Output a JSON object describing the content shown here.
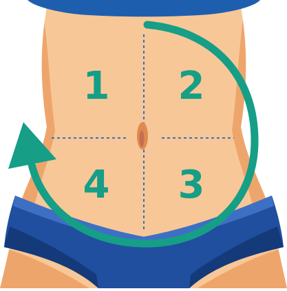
{
  "quadrants": [
    {
      "label": "1"
    },
    {
      "label": "2"
    },
    {
      "label": "3"
    },
    {
      "label": "4"
    }
  ],
  "colors": {
    "skin": "#f7c797",
    "skin_shadow": "#eea56c",
    "skin_dark": "#e08a52",
    "underwear": "#1f4f9e",
    "underwear_dark": "#143a7a",
    "underwear_light": "#3d70c4",
    "waistband": "#1d5fae",
    "arrow": "#169e86",
    "divider": "#2b74c9",
    "navel": "#c56f4f"
  },
  "arrow": {
    "direction": "clockwise-then-up-arrowhead",
    "icon": "circular-arrow-icon"
  }
}
